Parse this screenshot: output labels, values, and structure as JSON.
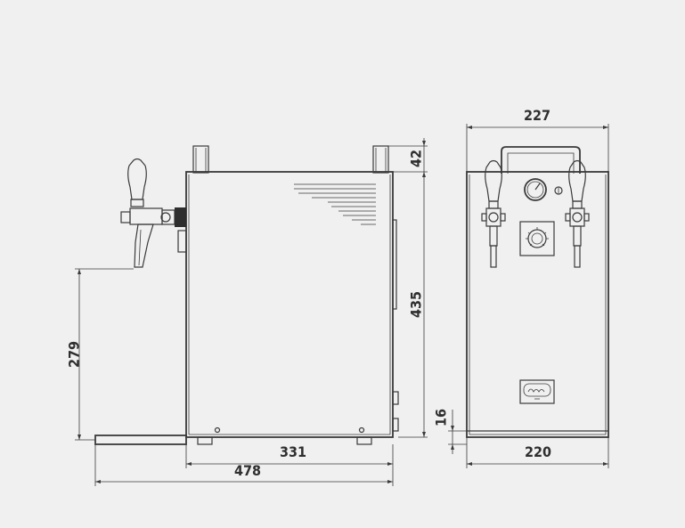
{
  "dimensions": {
    "overhang": "42",
    "height": "435",
    "tap_height": "279",
    "foot_height": "16",
    "depth": "331",
    "total_depth": "478",
    "front_top_width": "227",
    "front_base_width": "220"
  },
  "colors": {
    "background": "#f0f0f0",
    "line": "#3a3a3a",
    "panel": "#e6e6e6"
  }
}
